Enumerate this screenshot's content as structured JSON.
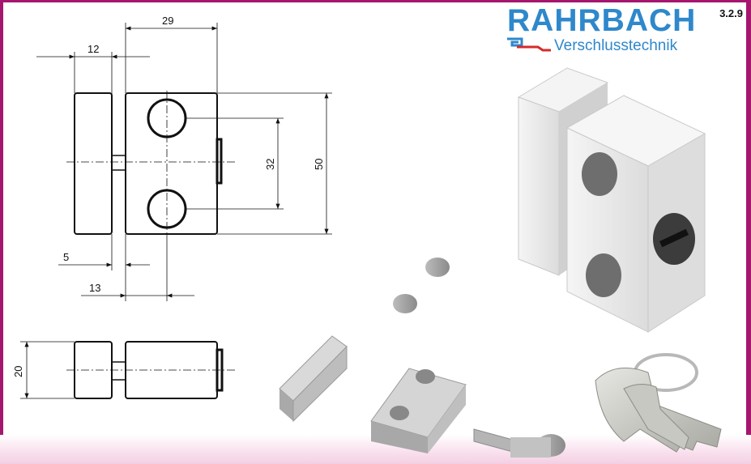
{
  "header": {
    "brand_name": "RAHRBACH",
    "brand_tagline": "Verschlusstechnik",
    "section_number": "3.2.9",
    "brand_color": "#2e88cb",
    "frame_color": "#a5166f"
  },
  "drawing": {
    "dimensions": {
      "width_total": "29",
      "gap_part": "12",
      "hole_spacing": "32",
      "height": "50",
      "pin_left": "5",
      "pin_offset": "13",
      "depth": "20"
    }
  },
  "images": {
    "assembled_lock": "lock-render",
    "components": "parts-render",
    "keys": "key-icon"
  }
}
